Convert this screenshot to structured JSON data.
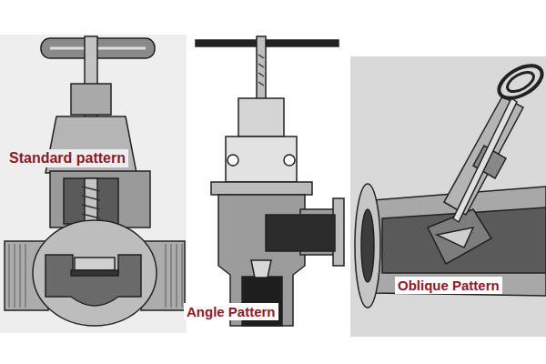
{
  "diagram": {
    "labels": [
      "Standard pattern",
      "Angle Pattern",
      "Oblique Pattern"
    ]
  }
}
